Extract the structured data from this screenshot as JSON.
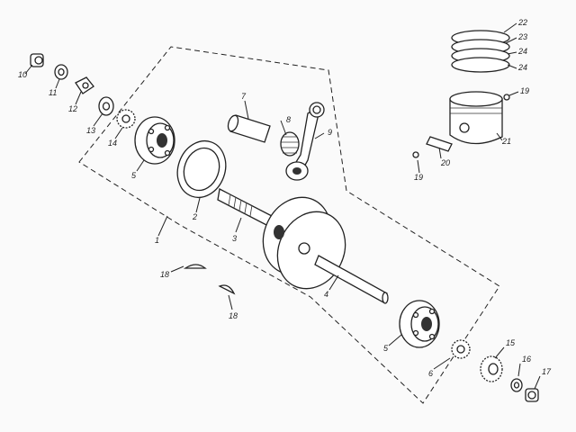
{
  "diagram": {
    "callouts": {
      "c1": "1",
      "c2": "2",
      "c3": "3",
      "c4": "4",
      "c5a": "5",
      "c5b": "5",
      "c6": "6",
      "c7": "7",
      "c8": "8",
      "c9": "9",
      "c10": "10",
      "c11": "11",
      "c12": "12",
      "c13": "13",
      "c14": "14",
      "c15": "15",
      "c16": "16",
      "c17": "17",
      "c18a": "18",
      "c18b": "18",
      "c19a": "19",
      "c19b": "19",
      "c20": "20",
      "c21": "21",
      "c22": "22",
      "c23": "23",
      "c24a": "24",
      "c24b": "24"
    },
    "colors": {
      "ink": "#222222",
      "paper": "#fafafa"
    }
  }
}
